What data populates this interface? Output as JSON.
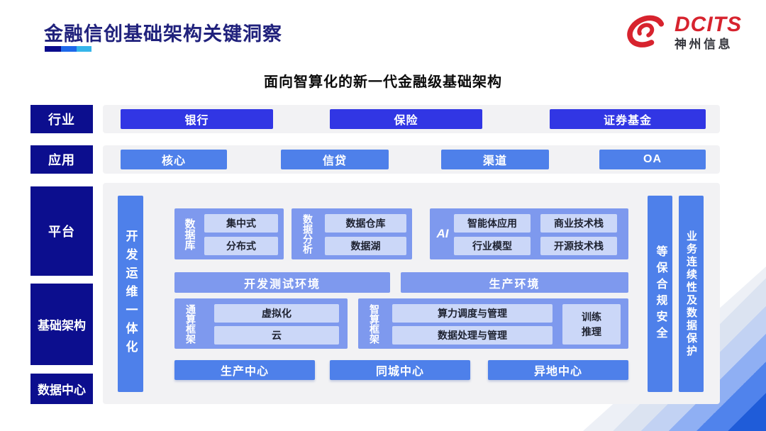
{
  "header": {
    "title": "金融信创基础架构关键洞察",
    "logo": {
      "icon": "swirl-comet-icon",
      "brand": "DCITS",
      "company": "神州信息"
    }
  },
  "diagram": {
    "title": "面向智算化的新一代金融级基础架构",
    "rows": {
      "industry": {
        "label": "行业",
        "items": [
          "银行",
          "保险",
          "证券基金"
        ]
      },
      "application": {
        "label": "应用",
        "items": [
          "核心",
          "信贷",
          "渠道",
          "OA"
        ]
      },
      "platform_label": "平台",
      "infrastructure_label": "基础架构",
      "datacenter_label": "数据中心"
    },
    "platform": {
      "devops_bar": "开发运维一体化",
      "security_bar": "等保合规安全",
      "continuity_bar": "业务连续性及数据保护",
      "database": {
        "label": "数据库",
        "items": [
          "集中式",
          "分布式"
        ]
      },
      "analytics": {
        "label": "数据分析",
        "items": [
          "数据仓库",
          "数据湖"
        ]
      },
      "ai": {
        "label": "AI",
        "items": [
          "智能体应用",
          "商业技术栈",
          "行业模型",
          "开源技术栈"
        ]
      },
      "environments": [
        "开发测试环境",
        "生产环境"
      ],
      "general_compute": {
        "label": "通算框架",
        "items": [
          "虚拟化",
          "云"
        ]
      },
      "smart_compute": {
        "label": "智算框架",
        "items": [
          "算力调度与管理",
          "数据处理与管理"
        ],
        "side": "训练推理"
      },
      "centers": [
        "生产中心",
        "同城中心",
        "异地中心"
      ]
    },
    "colors": {
      "navy_label": "#0C0E8E",
      "vivid_blue": "#3136E4",
      "bright_blue": "#4E80EA",
      "periwinkle_group": "#7E99EE",
      "light_chip": "#CBD7F8",
      "strip_gray": "#F2F2F4",
      "title_navy": "#20217C",
      "brand_red": "#D7232E",
      "underline": [
        "#0A0B8C",
        "#1D68EA",
        "#35B5EA"
      ]
    }
  }
}
